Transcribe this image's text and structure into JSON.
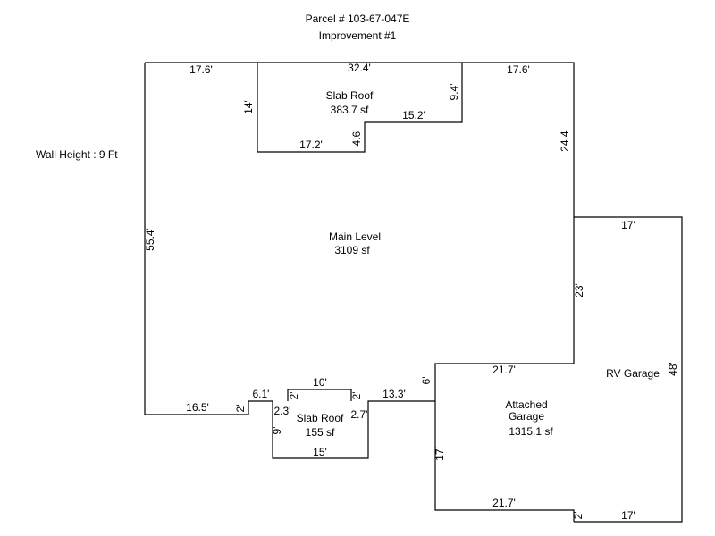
{
  "header": {
    "parcel": "Parcel # 103-67-047E",
    "improvement": "Improvement #1"
  },
  "wall_height": "Wall Height : 9 Ft",
  "areas": {
    "slab_roof_top": {
      "name": "Slab Roof",
      "size": "383.7 sf"
    },
    "main_level": {
      "name": "Main Level",
      "size": "3109 sf"
    },
    "slab_roof_bottom": {
      "name": "Slab Roof",
      "size": "155 sf"
    },
    "attached_garage": {
      "name_line1": "Attached",
      "name_line2": "Garage",
      "size": "1315.1 sf"
    },
    "rv_garage": {
      "name": "RV Garage"
    }
  },
  "dimensions": {
    "top_left": "17.6'",
    "top_mid": "32.4'",
    "top_right": "17.6'",
    "slab_left": "14'",
    "slab_right": "9.4'",
    "slab_step_v": "4.6'",
    "slab_bottom_left": "17.2'",
    "slab_bottom_right": "15.2'",
    "main_right": "24.4'",
    "main_left": "55.4'",
    "main_right_lower": "23'",
    "rv_top": "17'",
    "rv_right": "48'",
    "rv_bottom": "17'",
    "garage_top": "21.7'",
    "garage_jog": "6'",
    "garage_left": "17'",
    "garage_bottom": "21.7'",
    "garage_jog_bottom": "2'",
    "bottom_left": "16.5'",
    "bottom_step_left": "2'",
    "bottom_short": "6.1'",
    "bs_top": "10'",
    "bs_top_left": "2'",
    "bs_top_right": "2'",
    "bs_right_run": "13.3'",
    "bs_left_inner": "2.3'",
    "bs_right_inner": "2.7'",
    "bs_left": "9'",
    "bs_bottom": "15'"
  }
}
